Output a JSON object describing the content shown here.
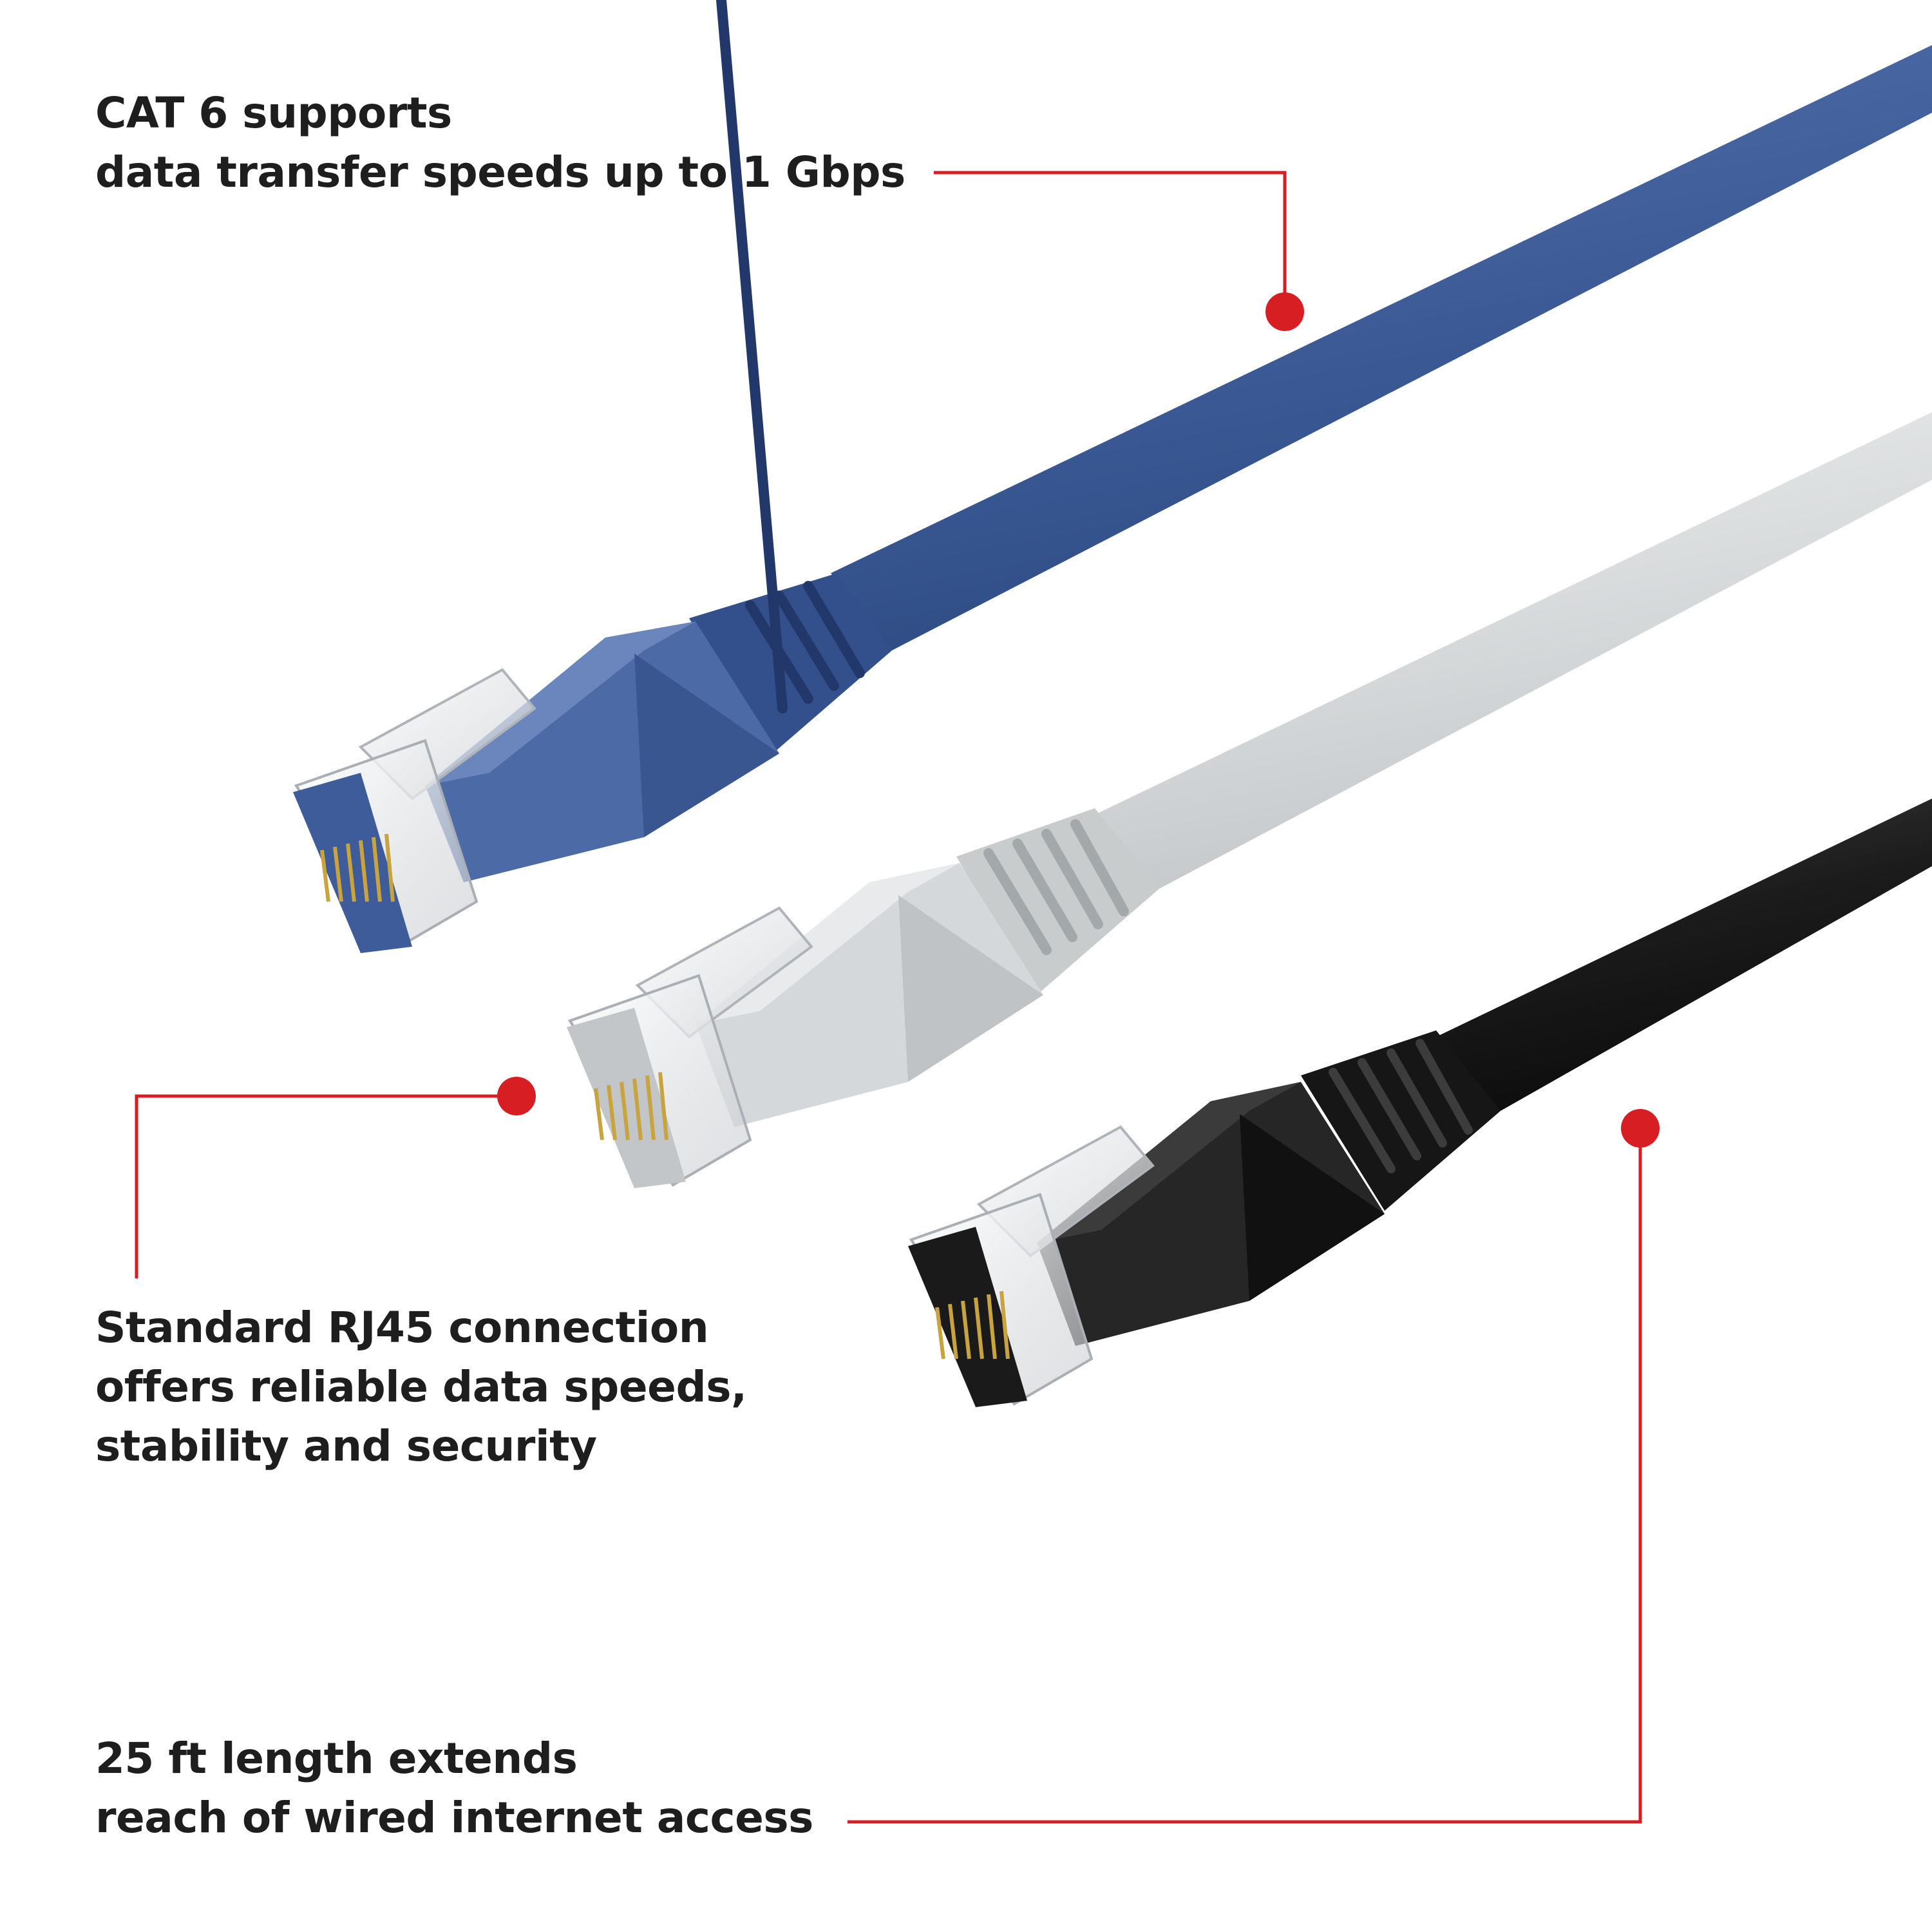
{
  "colors": {
    "accent": "#d71e23",
    "text": "#1e1e1e",
    "cable_blue": "#3f5e9a",
    "cable_white": "#d9dcdd",
    "cable_black": "#1b1b1b"
  },
  "callouts": [
    {
      "lines": [
        "CAT 6 supports",
        "data transfer speeds up to 1 Gbps"
      ]
    },
    {
      "lines": [
        "Standard RJ45 connection",
        "offers reliable data speeds,",
        "stability and security"
      ]
    },
    {
      "lines": [
        "25 ft length extends",
        "reach of wired internet access"
      ]
    }
  ],
  "cables": [
    {
      "name": "blue-cable",
      "color": "blue"
    },
    {
      "name": "white-cable",
      "color": "white"
    },
    {
      "name": "black-cable",
      "color": "black"
    }
  ]
}
